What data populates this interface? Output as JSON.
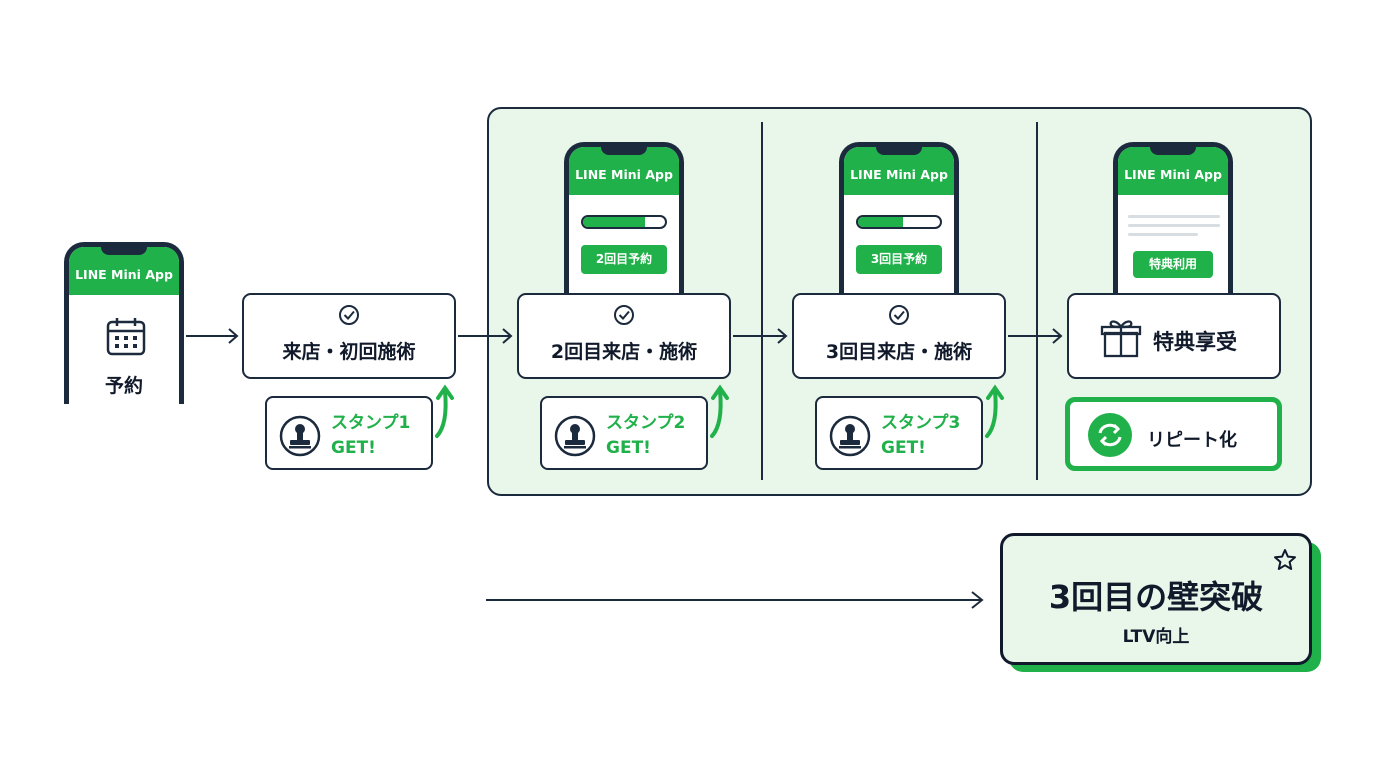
{
  "phone_title": "LINE Mini App",
  "phones": [
    {
      "id": "booking",
      "icon": "calendar-icon",
      "label": "予約"
    },
    {
      "id": "second",
      "progress": 0.75,
      "button": "2回目予約"
    },
    {
      "id": "third",
      "progress": 0.55,
      "button": "3回目予約"
    },
    {
      "id": "benefit",
      "button": "特典利用"
    }
  ],
  "steps": [
    {
      "label": "来店・初回施術"
    },
    {
      "label": "2回目来店・施術"
    },
    {
      "label": "3回目来店・施術"
    },
    {
      "label": "特典享受",
      "icon": "gift-icon"
    }
  ],
  "stamps": [
    {
      "line1": "スタンプ1",
      "line2": "GET!"
    },
    {
      "line1": "スタンプ2",
      "line2": "GET!"
    },
    {
      "line1": "スタンプ3",
      "line2": "GET!"
    }
  ],
  "repeat": {
    "label": "リピート化"
  },
  "goal": {
    "title": "3回目の壁突破",
    "subtitle": "LTV向上"
  },
  "colors": {
    "accent": "#21b14a",
    "ink": "#1c2a3d",
    "panel": "#e9f6ea"
  }
}
